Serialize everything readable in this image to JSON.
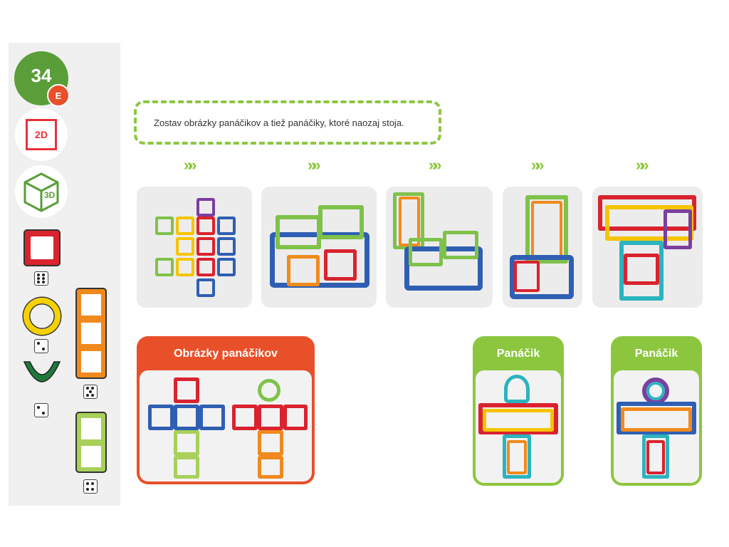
{
  "sidebar": {
    "page_number": "34",
    "edition_letter": "E",
    "label_2d": "2D",
    "label_3d": "3D",
    "icons": [
      "2d-square-icon",
      "3d-cube-icon",
      "square-piece-icon",
      "ring-piece-icon",
      "arch-piece-icon",
      "triple-square-piece-icon",
      "double-square-piece-icon"
    ],
    "dice_counts": [
      6,
      2,
      5,
      2,
      4
    ]
  },
  "instruction": {
    "text": "Zostav obrázky panáčikov a tiež panáčiky, ktoré naozaj stoja."
  },
  "steps": {
    "arrow_glyph": "»",
    "count": 5
  },
  "cards": {
    "pictures_title": "Obrázky panáčikov",
    "figure1_title": "Panáčik",
    "figure2_title": "Panáčik"
  },
  "colors": {
    "green": "#8cc63f",
    "dark_green": "#5a9e3a",
    "orange": "#e8502a",
    "red": "#d9232e",
    "blue": "#2f5fb3",
    "yellow": "#f5c400",
    "purple": "#7b3fa0",
    "lime": "#a8d05a",
    "teal": "#2bb3c0"
  }
}
